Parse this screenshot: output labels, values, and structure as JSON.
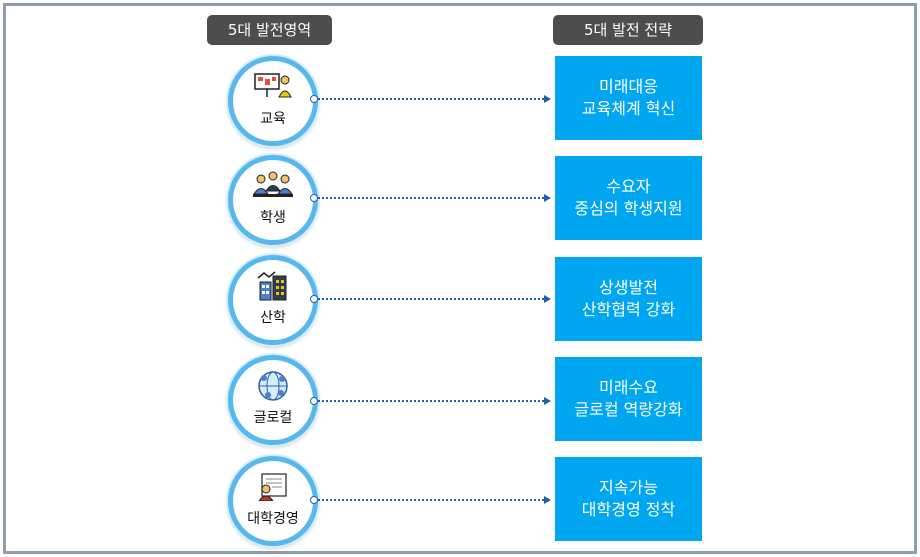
{
  "headers": {
    "areas": "5대 발전영역",
    "strategies": "5대 발전 전략"
  },
  "rows": [
    {
      "area": "교육",
      "icon": "classroom-icon",
      "strategy_line1": "미래대응",
      "strategy_line2": "교육체계 혁신"
    },
    {
      "area": "학생",
      "icon": "students-icon",
      "strategy_line1": "수요자",
      "strategy_line2": "중심의 학생지원"
    },
    {
      "area": "산학",
      "icon": "industry-building-icon",
      "strategy_line1": "상생발전",
      "strategy_line2": "산학협력 강화"
    },
    {
      "area": "글로컬",
      "icon": "globe-network-icon",
      "strategy_line1": "미래수요",
      "strategy_line2": "글로컬 역량강화"
    },
    {
      "area": "대학경영",
      "icon": "management-icon",
      "strategy_line1": "지속가능",
      "strategy_line2": "대학경영 정착"
    }
  ],
  "colors": {
    "accent": "#00a6f0",
    "ring": "#58b7ec",
    "header_bg": "#4d4d4d",
    "connector": "#1f5fb0"
  }
}
